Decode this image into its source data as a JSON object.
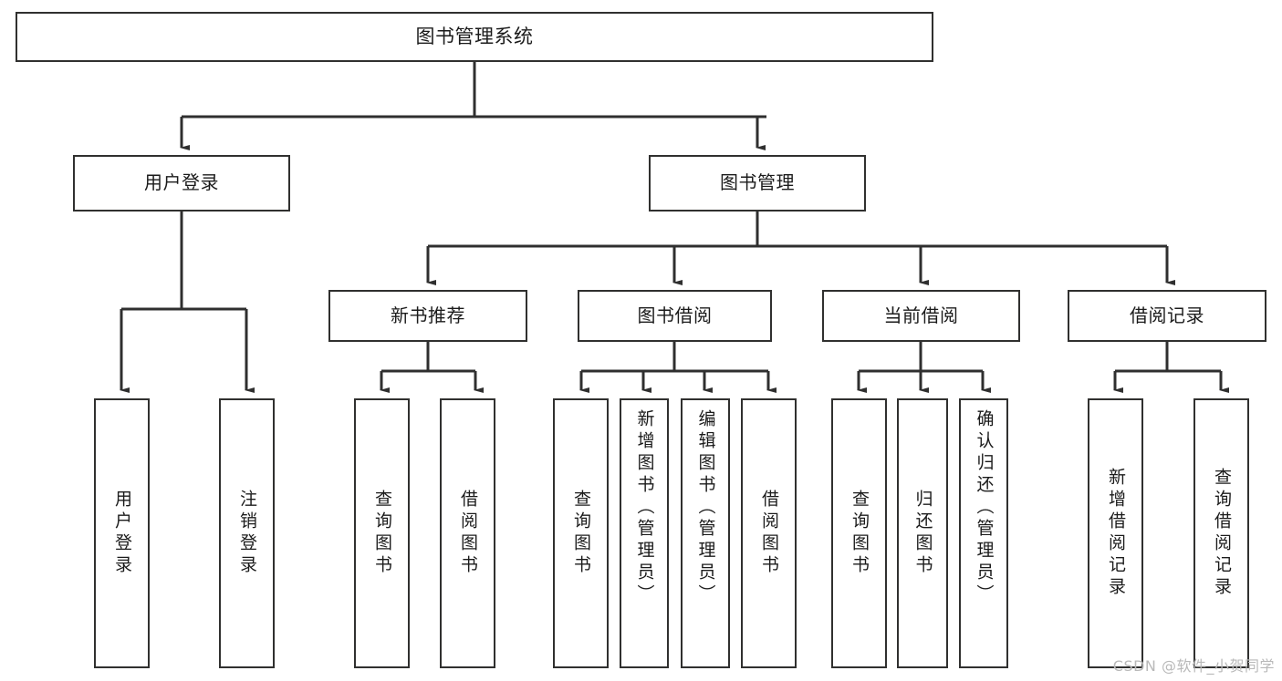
{
  "diagram": {
    "title": "图书管理系统",
    "type": "tree",
    "colors": {
      "box_border": "#30302f",
      "box_fill": "#ffffff",
      "connector": "#2f2f2f",
      "text": "#1b1b1b",
      "watermark": "#b9b9b9",
      "background": "#ffffff"
    },
    "root": {
      "label": "图书管理系统"
    },
    "level1": [
      {
        "label": "用户登录"
      },
      {
        "label": "图书管理"
      }
    ],
    "level2": [
      {
        "label": "新书推荐"
      },
      {
        "label": "图书借阅"
      },
      {
        "label": "当前借阅"
      },
      {
        "label": "借阅记录"
      }
    ],
    "leaves": {
      "user_login": [
        {
          "label": "用户登录"
        },
        {
          "label": "注销登录"
        }
      ],
      "new_book_recommend": [
        {
          "label": "查询图书"
        },
        {
          "label": "借阅图书"
        }
      ],
      "book_borrow": [
        {
          "label": "查询图书"
        },
        {
          "label": "新增图书（管理员）"
        },
        {
          "label": "编辑图书（管理员）"
        },
        {
          "label": "借阅图书"
        }
      ],
      "current_borrow": [
        {
          "label": "查询图书"
        },
        {
          "label": "归还图书"
        },
        {
          "label": "确认归还（管理员）"
        }
      ],
      "borrow_record": [
        {
          "label": "新增借阅记录"
        },
        {
          "label": "查询借阅记录"
        }
      ]
    }
  },
  "watermark": {
    "text": "CSDN @软件_小贺同学"
  }
}
